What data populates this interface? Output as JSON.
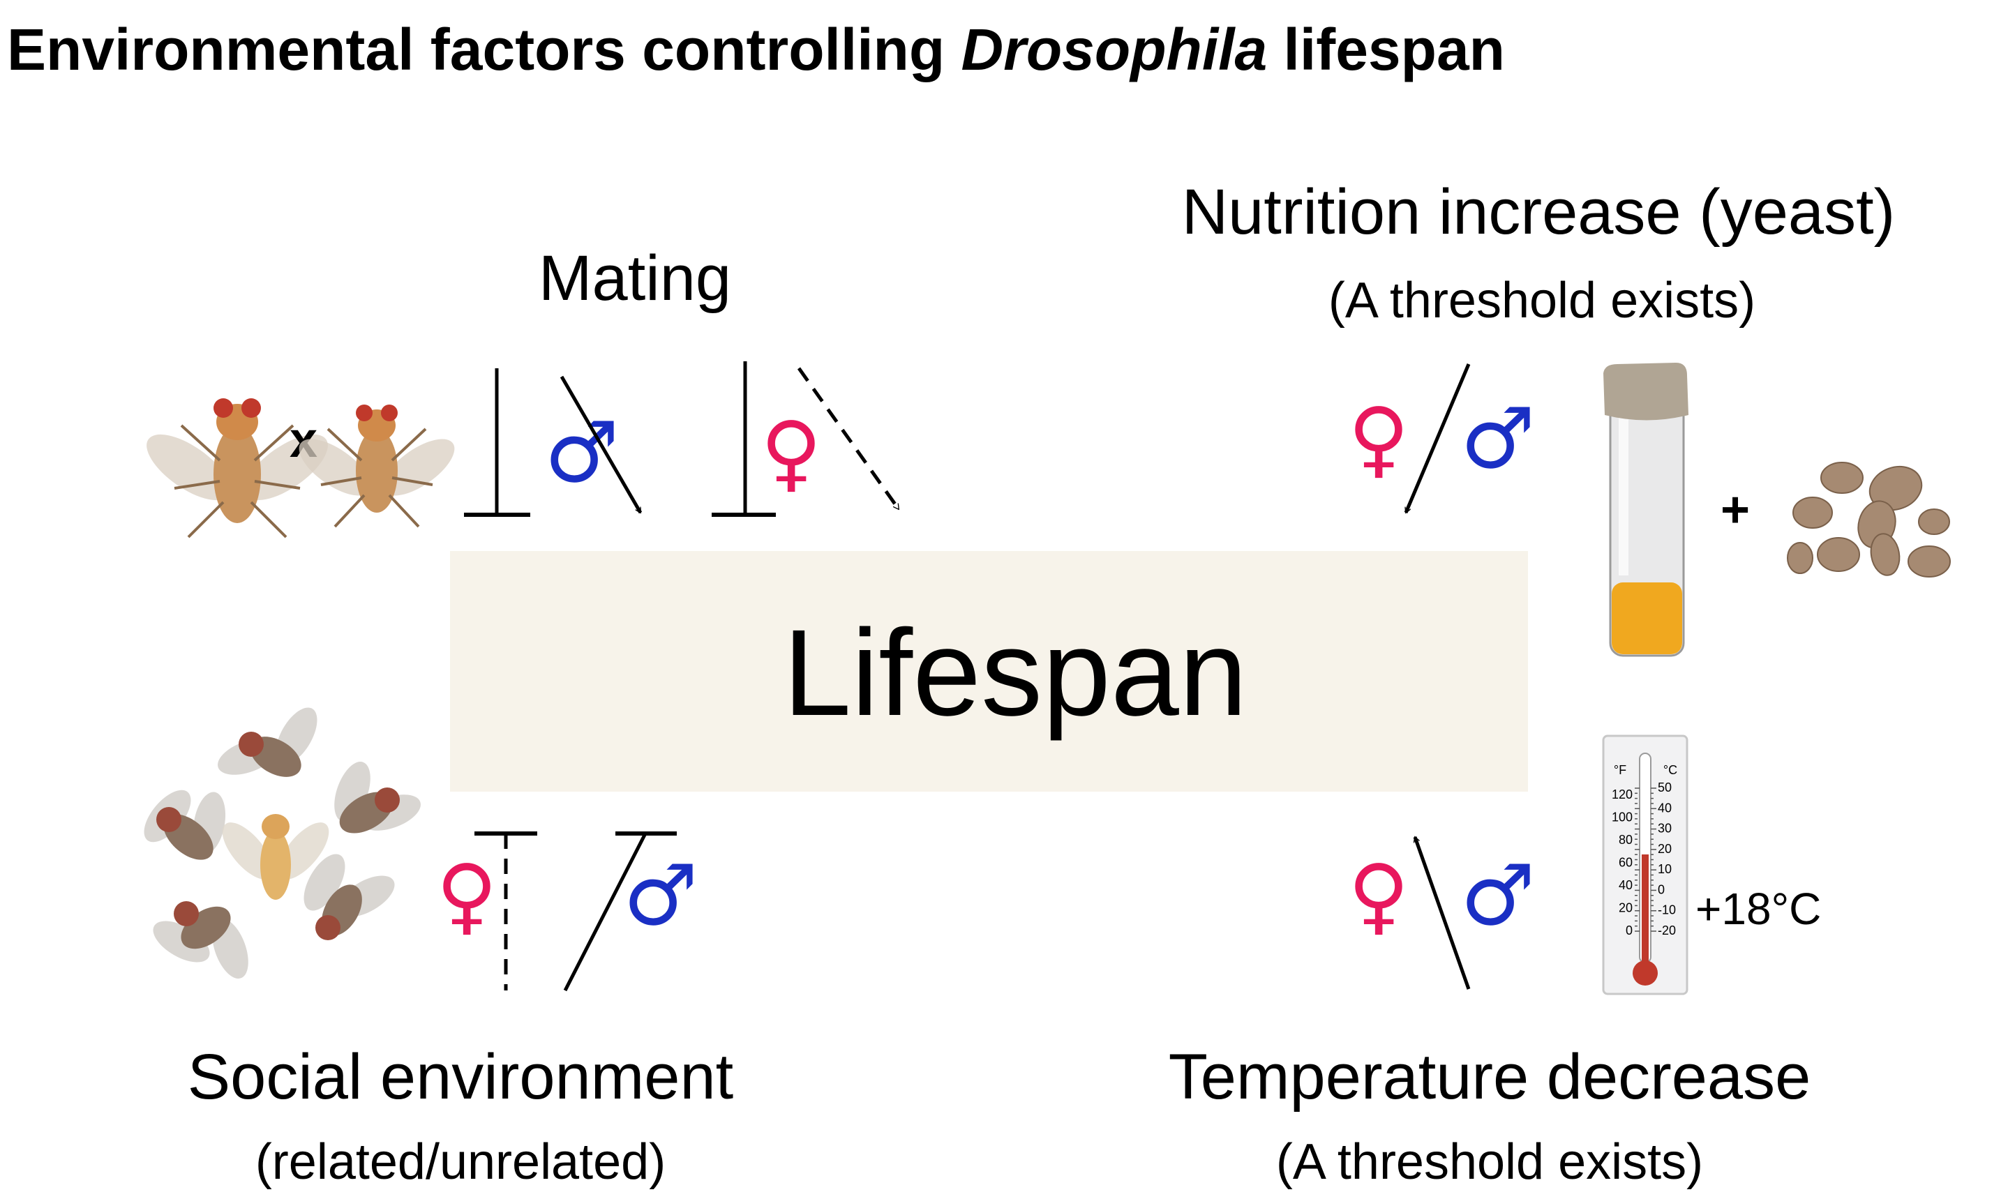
{
  "title": {
    "before": "Environmental factors controlling ",
    "italic": "Drosophila",
    "after": " lifespan"
  },
  "center_label": "Lifespan",
  "factors": {
    "mating": {
      "label": "Mating",
      "cross_symbol": "x"
    },
    "nutrition": {
      "label": "Nutrition increase (yeast)",
      "note": "(A threshold exists)",
      "plus": "+"
    },
    "social": {
      "label": "Social environment",
      "note": "(related/unrelated)"
    },
    "temperature": {
      "label": "Temperature decrease",
      "note": "(A threshold exists)",
      "reading": "+18°C"
    }
  },
  "thermometer": {
    "f_label": "°F",
    "c_label": "°C",
    "f_ticks": [
      "120",
      "100",
      "80",
      "60",
      "40",
      "20",
      "0"
    ],
    "c_ticks": [
      "50",
      "40",
      "30",
      "20",
      "10",
      "0",
      "-10",
      "-20"
    ]
  },
  "symbols": {
    "male": "♂",
    "female": "♀"
  },
  "colors": {
    "female": "#e8175d",
    "male": "#1a2fc4",
    "box": "#f7f3ea",
    "text": "#000000",
    "yeast": "#a68a72",
    "vial_liquid": "#f0a81f",
    "cap": "#b0a594"
  }
}
